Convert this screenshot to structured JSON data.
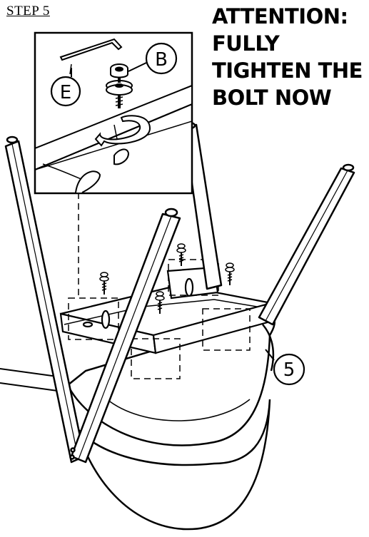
{
  "step": {
    "label": "STEP 5"
  },
  "attention": {
    "lines": [
      "ATTENTION:",
      "FULLY",
      "TIGHTEN THE",
      "BOLT NOW"
    ]
  },
  "callouts": {
    "bolt": "B",
    "allen_key": "E",
    "seat": "5"
  }
}
